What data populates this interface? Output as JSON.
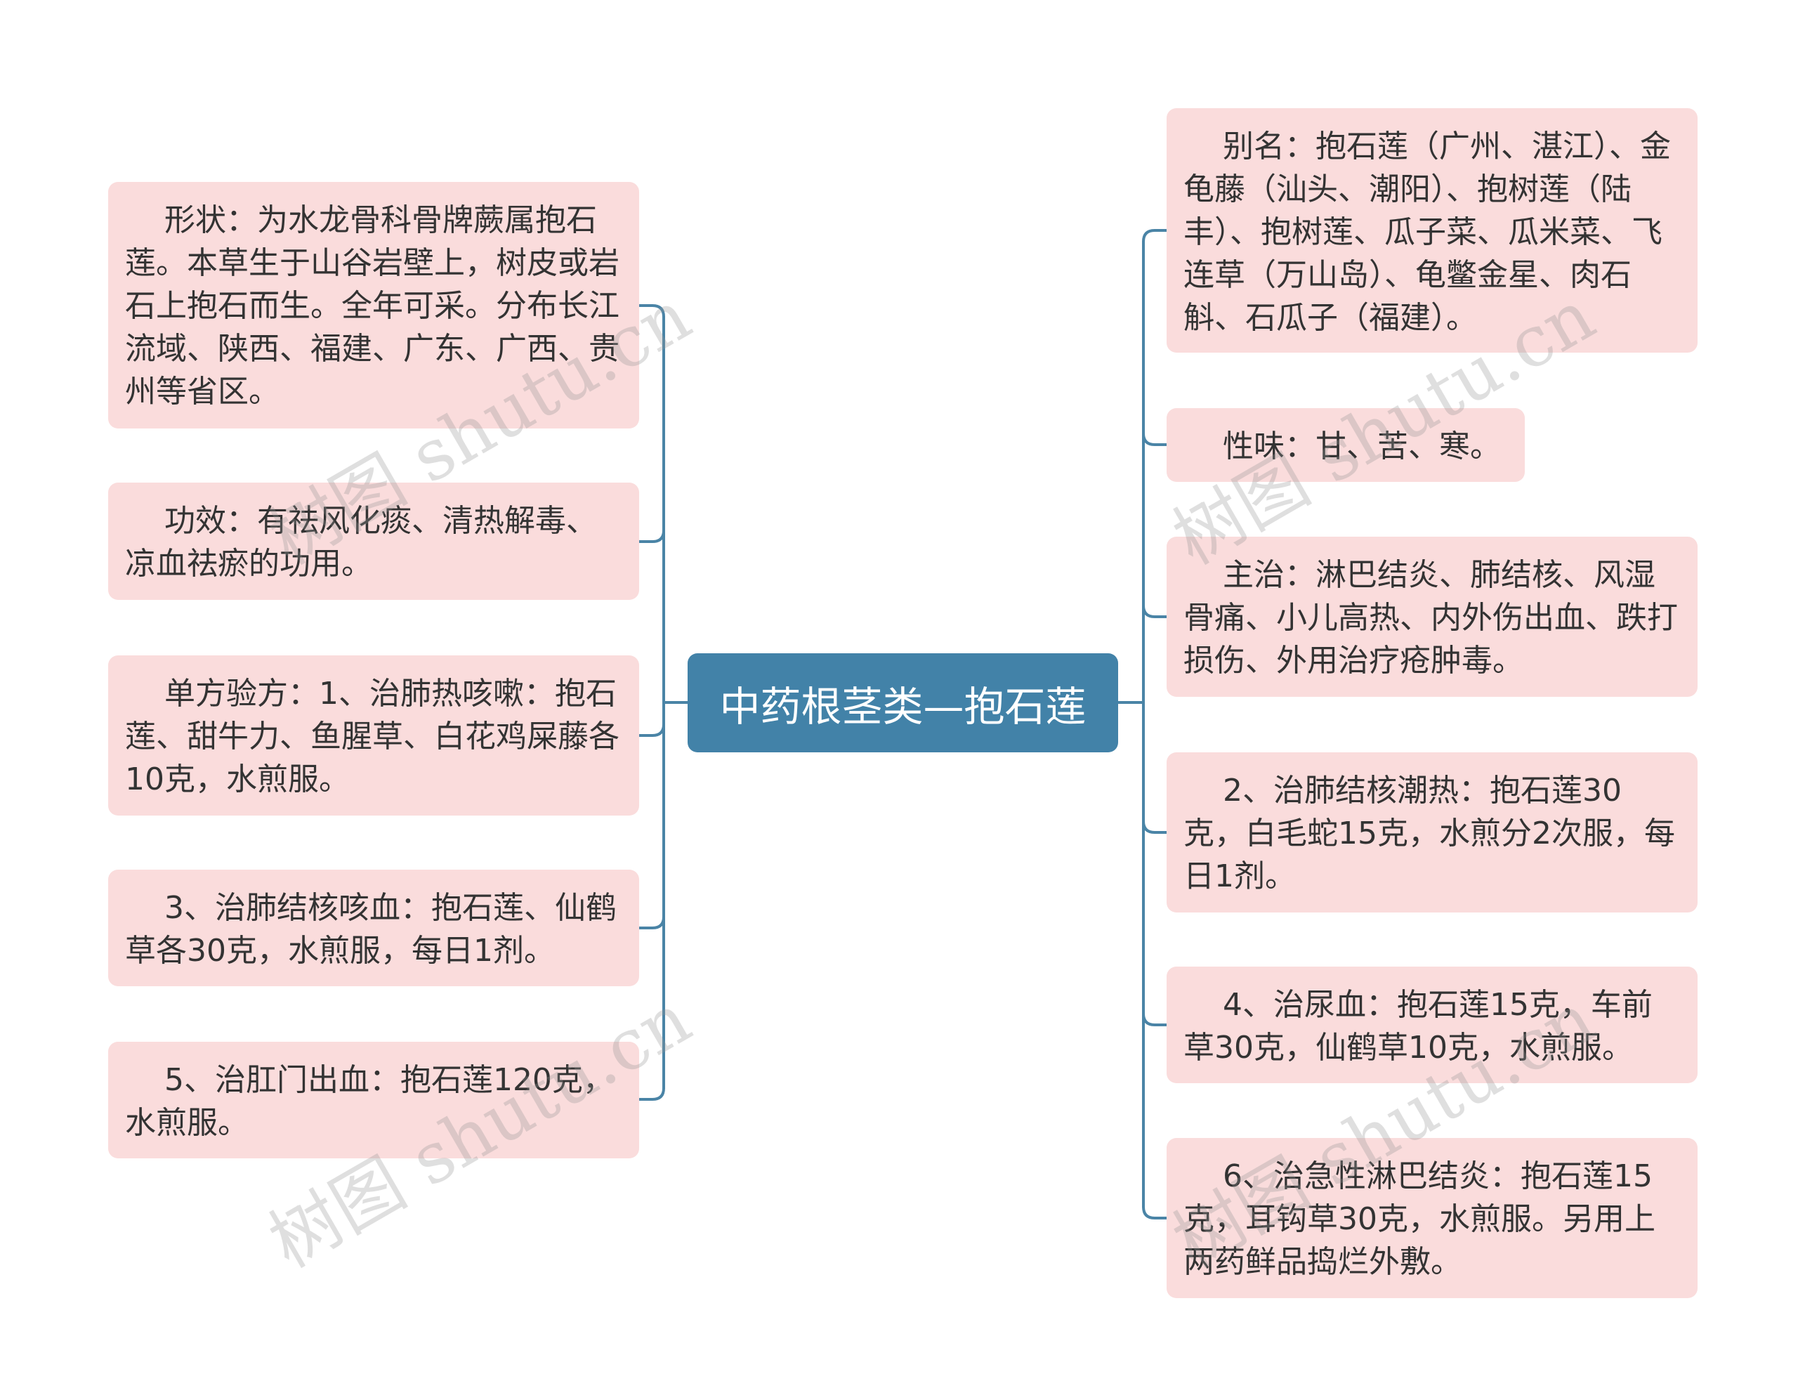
{
  "colors": {
    "center_bg": "#4282a8",
    "center_text": "#ffffff",
    "node_bg": "#fadcdc",
    "node_text": "#333333",
    "link": "#4a84a6"
  },
  "center": {
    "title": "中药根茎类—抱石莲"
  },
  "left": [
    {
      "text": "    形状：为水龙骨科骨牌蕨属抱石莲。本草生于山谷岩壁上，树皮或岩石上抱石而生。全年可采。分布长江流域、陕西、福建、广东、广西、贵州等省区。"
    },
    {
      "text": "    功效：有祛风化痰、清热解毒、凉血祛瘀的功用。"
    },
    {
      "text": "    单方验方：1、治肺热咳嗽：抱石莲、甜牛力、鱼腥草、白花鸡屎藤各10克，水煎服。"
    },
    {
      "text": "    3、治肺结核咳血：抱石莲、仙鹤草各30克，水煎服，每日1剂。"
    },
    {
      "text": "    5、治肛门出血：抱石莲120克，水煎服。"
    }
  ],
  "right": [
    {
      "text": "    别名：抱石莲（广州、湛江）、金龟藤（汕头、潮阳）、抱树莲（陆丰）、抱树莲、瓜子菜、瓜米菜、飞连草（万山岛）、龟鳖金星、肉石斛、石瓜子（福建）。"
    },
    {
      "text": "    性味：甘、苦、寒。"
    },
    {
      "text": "    主治：淋巴结炎、肺结核、风湿骨痛、小儿高热、内外伤出血、跌打损伤、外用治疗疮肿毒。"
    },
    {
      "text": "    2、治肺结核潮热：抱石莲30克，白毛蛇15克，水煎分2次服，每日1剂。"
    },
    {
      "text": "    4、治尿血：抱石莲15克，车前草30克，仙鹤草10克，水煎服。"
    },
    {
      "text": "    6、治急性淋巴结炎：抱石莲15克，耳钩草30克，水煎服。另用上两药鲜品捣烂外敷。"
    }
  ],
  "watermark": [
    "树图 shutu.cn",
    "树图 shutu.cn",
    "树图 shutu.cn",
    "树图 shutu.cn"
  ]
}
